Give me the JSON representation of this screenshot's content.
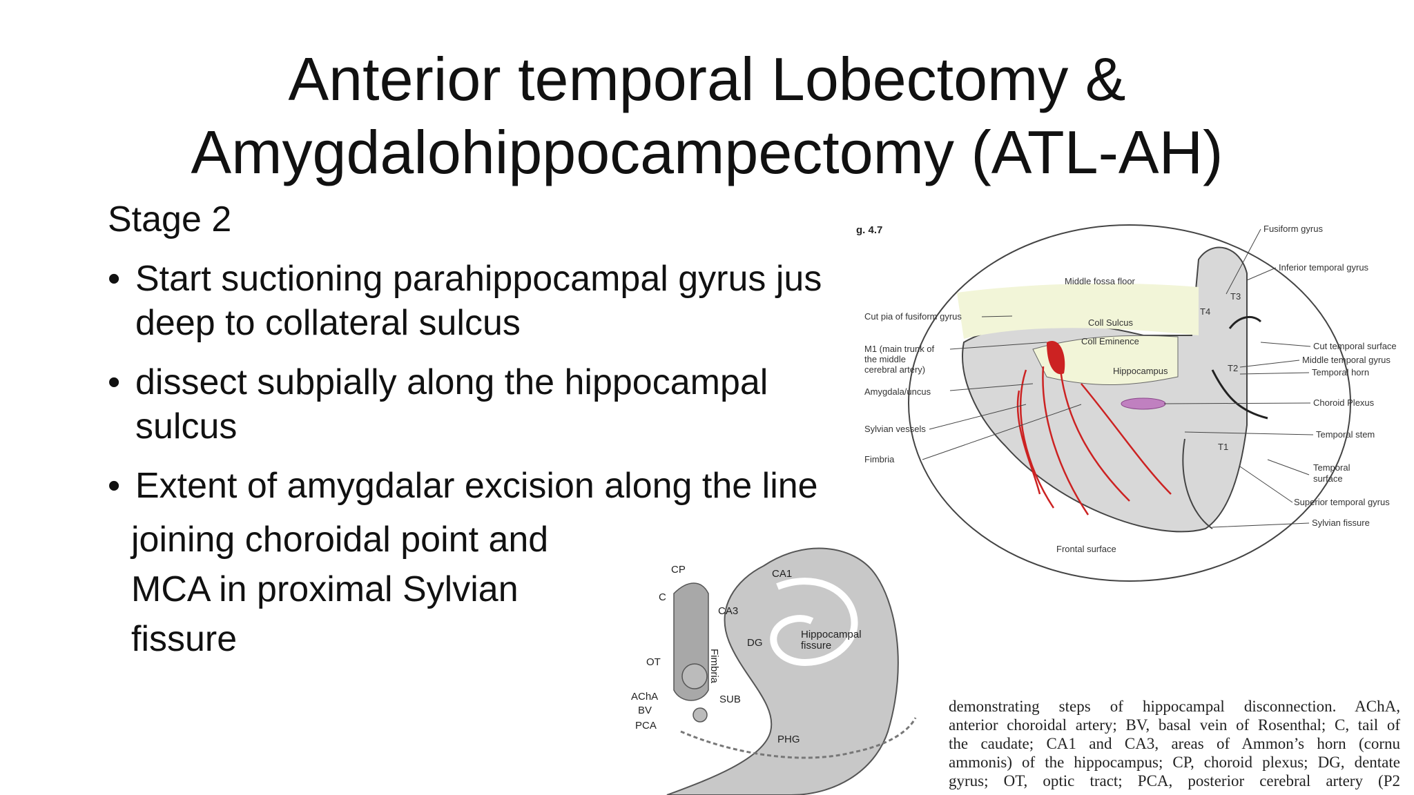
{
  "title": {
    "line1": "Anterior temporal Lobectomy &",
    "line2": "Amygdalohippocampectomy (ATL-AH)"
  },
  "stage": "Stage 2",
  "bullets": [
    {
      "line1": "Start suctioning parahippocampal gyrus jus",
      "line2": "deep to collateral sulcus"
    },
    {
      "line1": "dissect subpially along the hippocampal",
      "line2": "sulcus"
    },
    {
      "line1": "Extent of amygdalar excision along the line"
    }
  ],
  "continuation": [
    "joining choroidal point and",
    "MCA in proximal Sylvian",
    "fissure"
  ],
  "figure_right": {
    "fig_label": "g. 4.7",
    "labels_left": [
      "Cut pia of fusiform gyrus",
      "M1 (main trunk of",
      "the middle",
      "cerebral artery)",
      "Amygdala/uncus",
      "Sylvian vessels",
      "Fimbria"
    ],
    "labels_inner": [
      "Middle fossa floor",
      "Coll Sulcus",
      "Coll Eminence",
      "Hippocampus",
      "Frontal surface",
      "T4",
      "T3",
      "T2",
      "T1"
    ],
    "labels_right": [
      "Fusiform gyrus",
      "Inferior temporal gyrus",
      "Cut temporal surface",
      "Middle temporal gyrus",
      "Temporal horn",
      "Choroid Plexus",
      "Temporal stem",
      "Temporal",
      "surface",
      "Superior temporal gyrus",
      "Sylvian fissure"
    ]
  },
  "figure_bottom": {
    "labels": [
      "CP",
      "C",
      "CA1",
      "CA3",
      "Fimbria",
      "DG",
      "Hippocampal",
      "fissure",
      "OT",
      "AChA",
      "BV",
      "PCA",
      "SUB",
      "PHG"
    ]
  },
  "caption": {
    "lines": [
      "demonstrating steps of hippocampal disconnection. AChA,",
      "anterior choroidal artery; BV, basal vein of Rosenthal; C, tail of",
      "the caudate; CA1 and CA3, areas of Ammon’s horn (cornu",
      "ammonis) of the hippocampus; CP, choroid plexus; DG, dentate",
      "gyrus; OT, optic tract; PCA, posterior cerebral artery (P2"
    ]
  },
  "colors": {
    "artery": "#cc2222",
    "plexus": "#c080c0",
    "highlight": "#f2f5d8",
    "brain": "#d8d8d8"
  }
}
